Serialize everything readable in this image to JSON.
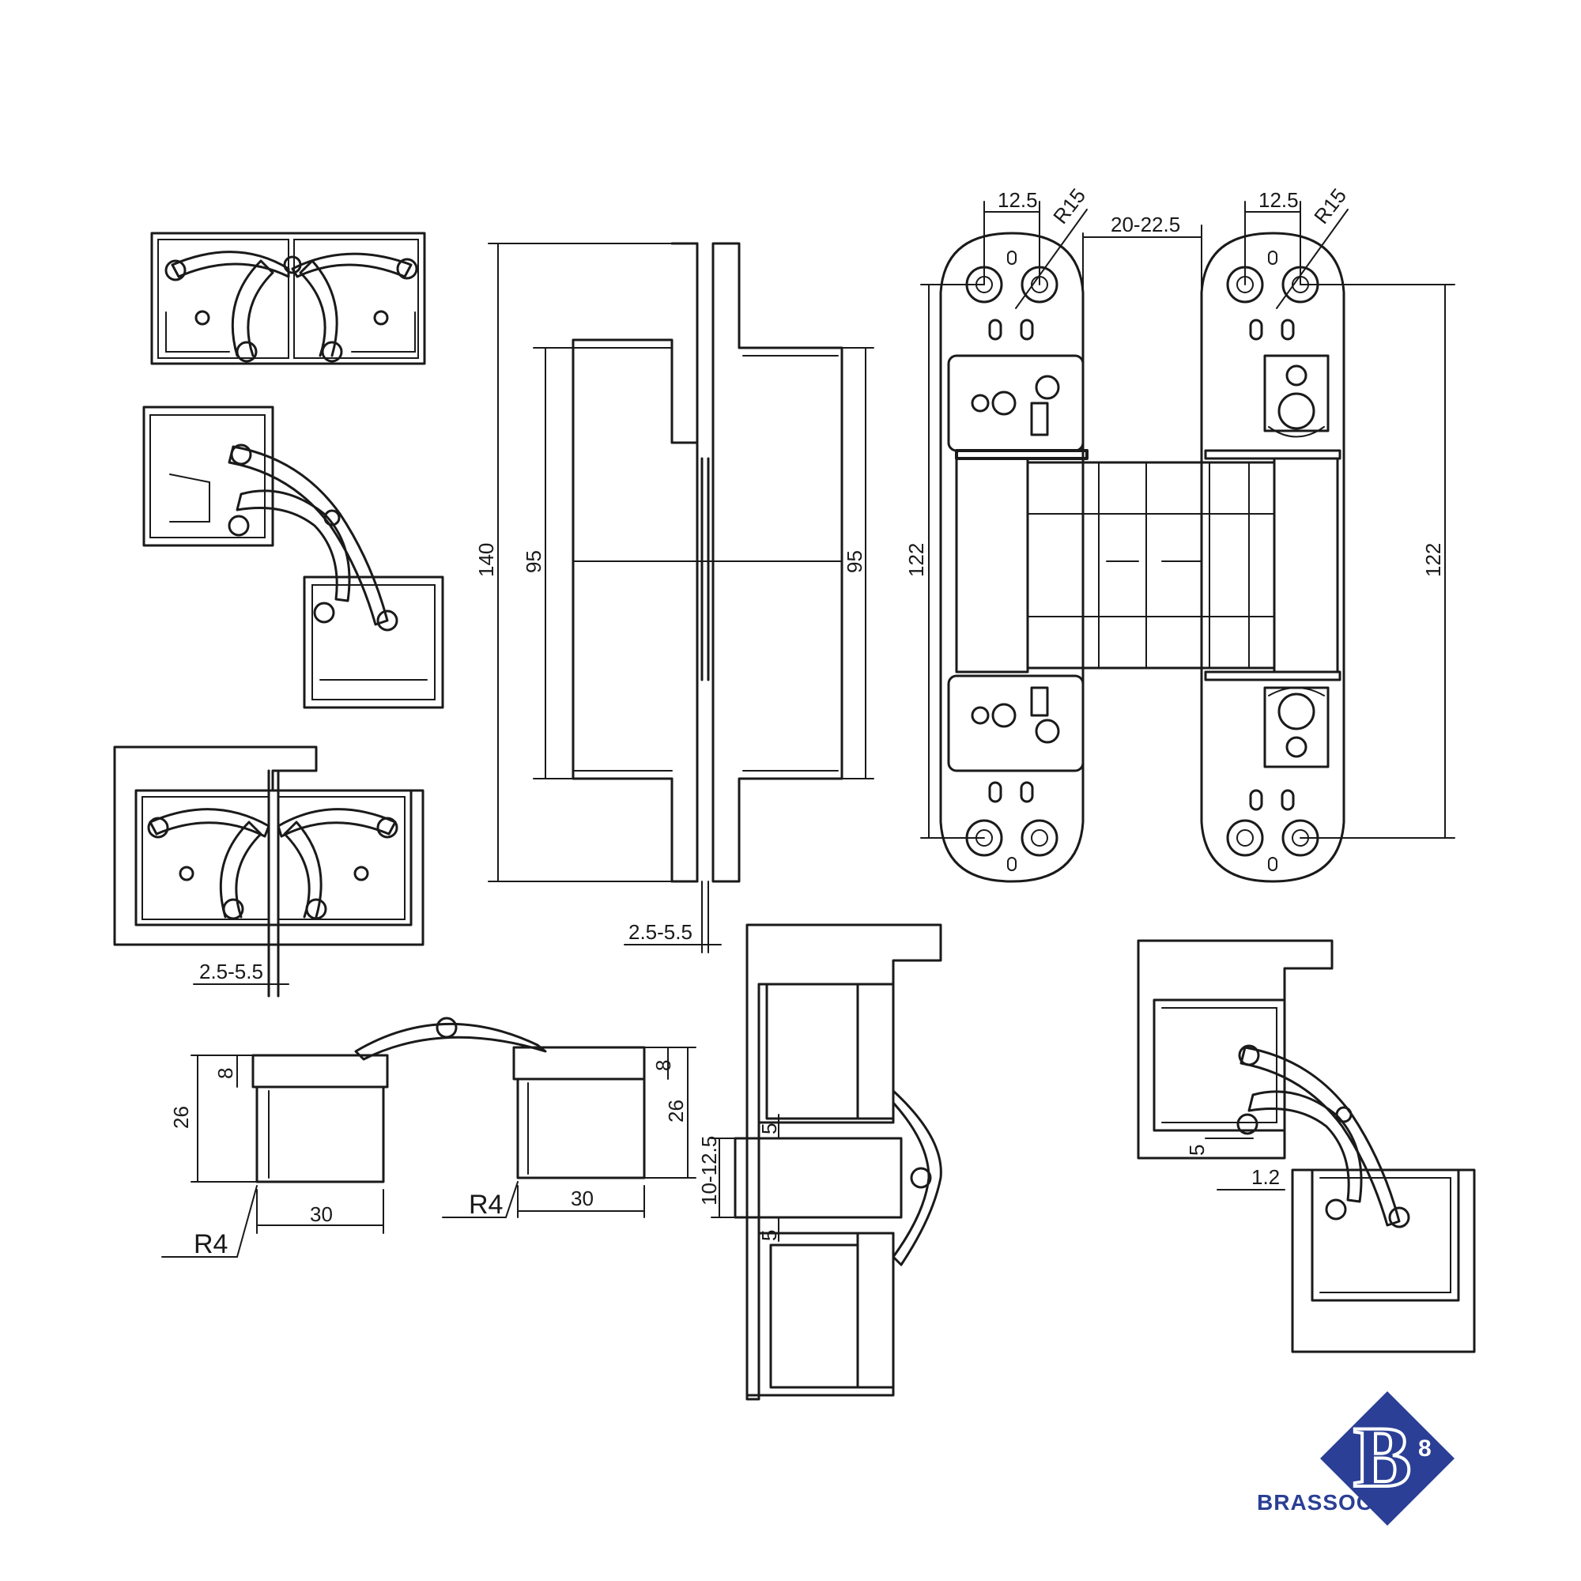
{
  "brand": {
    "name": "BRASSOCHO",
    "logo_letter": "B",
    "logo_number": "8",
    "color": "#2a3f95"
  },
  "dimensions": {
    "gap_mid": "2.5-5.5",
    "gap_left": "2.5-5.5",
    "height_total": "140",
    "body_left": "95",
    "body_right": "95",
    "hole_spacing_left": "12.5",
    "radius_left": "R15",
    "offset": "20-22.5",
    "hole_spacing_right": "12.5",
    "radius_right": "R15",
    "length_left": "122",
    "length_right": "122",
    "depth_left": "26",
    "flange_left": "8",
    "width_left": "30",
    "radius_small_left": "R4",
    "flange_right": "8",
    "depth_right": "26",
    "width_right": "30",
    "radius_small_right": "R4",
    "setback_top": "5",
    "door_thickness": "10-12.5",
    "setback_bottom": "5",
    "offset_five": "5",
    "clearance": "1.2"
  }
}
